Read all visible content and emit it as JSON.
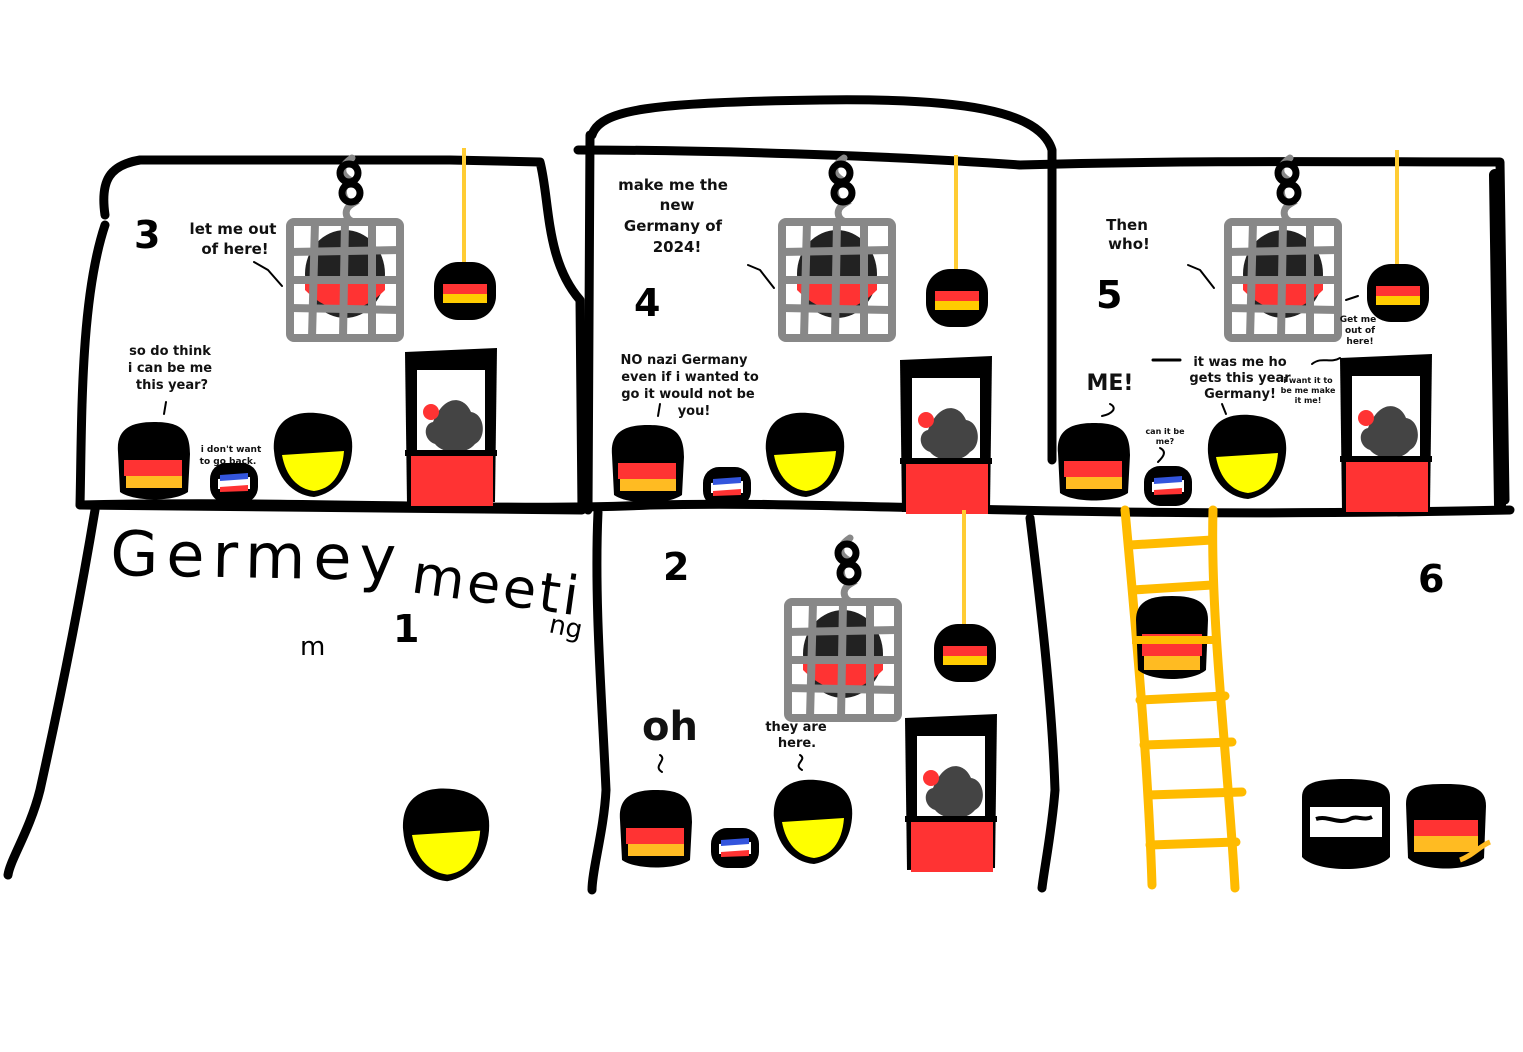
{
  "title": {
    "word1": "Germey",
    "word2": "meeti",
    "tail": "ng",
    "scribble": "m"
  },
  "panels": {
    "p1": {
      "number": "1"
    },
    "p2": {
      "number": "2",
      "speech_oh": "oh",
      "speech_they_1": "they are",
      "speech_they_2": "here."
    },
    "p3": {
      "number": "3",
      "caged_1": "let me out",
      "caged_2": "of here!",
      "germany_1": "so do think",
      "germany_2": "i can be me",
      "germany_3": "this year?",
      "small_1": "i don't want",
      "small_2": "to go back."
    },
    "p4": {
      "number": "4",
      "caged_1": "make me the",
      "caged_2": "new",
      "caged_3": "Germany of",
      "caged_4": "2024!",
      "germany_1": "NO nazi Germany",
      "germany_2": "even if i wanted to",
      "germany_3": "go it would not be",
      "germany_4": "you!"
    },
    "p5": {
      "number": "5",
      "then_1": "Then",
      "then_2": "who!",
      "me": "ME!",
      "small_1": "can it be",
      "small_2": "me?",
      "yellow_1": "it was me ho",
      "yellow_2": "gets this year",
      "yellow_3": "Germany!",
      "cage_1": "Get me",
      "cage_2": "out of",
      "cage_3": "here!",
      "booth_1": "i want it to",
      "booth_2": "be me make",
      "booth_3": "it me!"
    },
    "p6": {
      "number": "6"
    }
  },
  "colors": {
    "black": "#000000",
    "red": "#ff3333",
    "gold": "#ffcc00",
    "yellow": "#ffff00",
    "cage": "#808080",
    "rope": "#ffcc33",
    "ladder": "#ffbb00",
    "blue": "#3355dd"
  },
  "icons": [
    "cage-icon",
    "hanging-germany-ball-icon",
    "booth-icon",
    "germany-ball-icon",
    "yellow-ball-icon",
    "small-ball-icon",
    "ladder-icon"
  ]
}
